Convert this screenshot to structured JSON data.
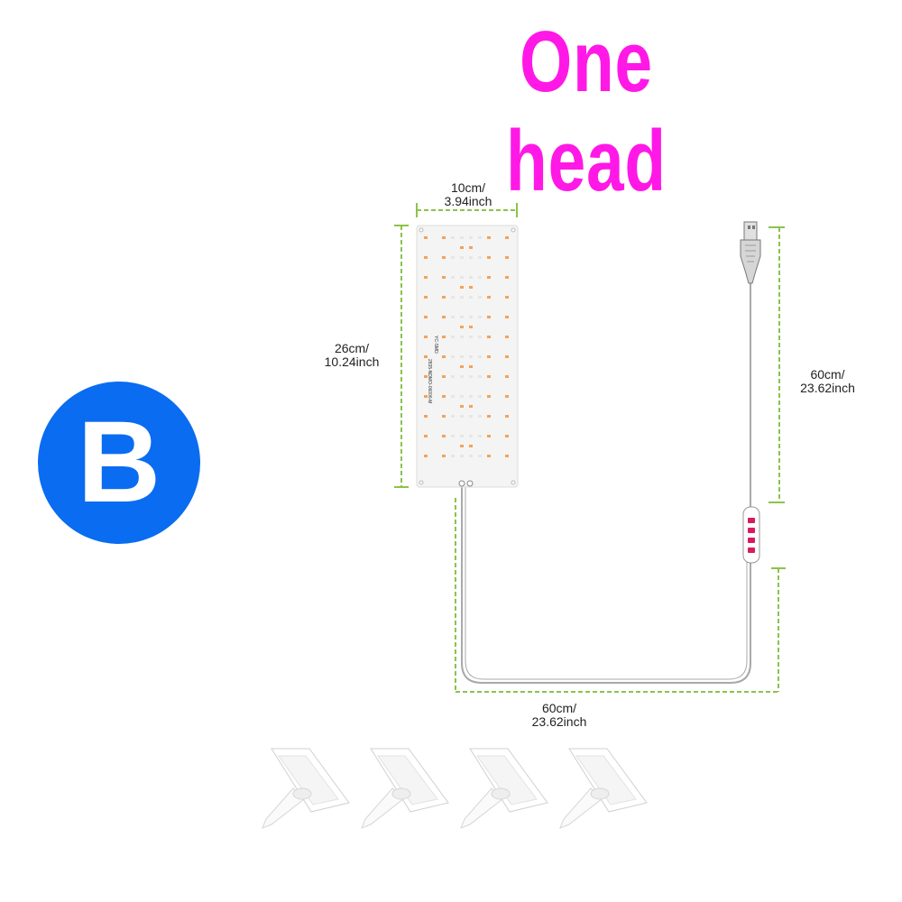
{
  "title": {
    "text": "One head",
    "color": "#ff18e6"
  },
  "badge": {
    "letter": "B",
    "color": "#0a6cf0"
  },
  "dimension_labels": {
    "panel_width": {
      "line1": "10cm/",
      "line2": "3.94inch"
    },
    "panel_height": {
      "line1": "26cm/",
      "line2": "10.24inch"
    },
    "usb_cable_length": {
      "line1": "60cm/",
      "line2": "23.62inch"
    },
    "bottom_cable_length": {
      "line1": "60cm/",
      "line2": "23.62inch"
    }
  },
  "panel_print": {
    "line1": "YC-SMD",
    "line2": "2835-NDMO-06006-M"
  },
  "colors": {
    "dimension_line": "#8bc34a",
    "led_orange": "#f3a35a",
    "led_white": "#e6e6e6",
    "panel": "#f4f4f4",
    "switch_button": "#d81b60",
    "cable": "#a9a9a9"
  },
  "mounting_clips": {
    "count": 4
  },
  "controller": {
    "buttons": 4
  }
}
